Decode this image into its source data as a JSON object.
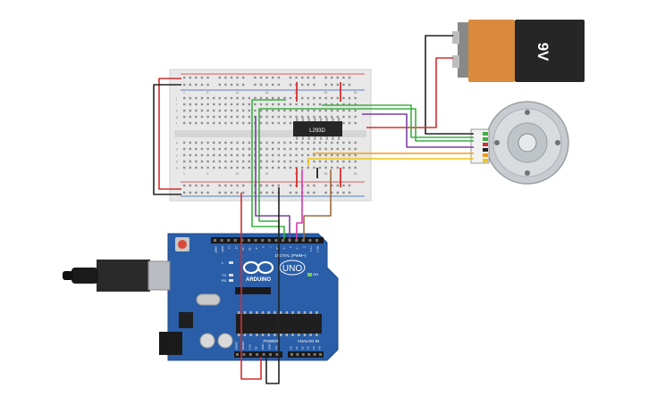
{
  "battery": {
    "label": "9V"
  },
  "ic": {
    "label": "L293D"
  },
  "arduino": {
    "brand": "ARDUINO",
    "model": "UNO",
    "on_label": "ON",
    "digital_label": "DIGITAL (PWM~)",
    "power_label": "POWER",
    "analog_label": "ANALOG IN",
    "tx_label": "TX",
    "rx_label": "RX",
    "l_label": "L",
    "top_pins": [
      "AREF",
      "GND",
      "13",
      "12",
      "~11",
      "~10",
      "~9",
      "8",
      "7",
      "~6",
      "~5",
      "4",
      "~3",
      "2",
      "TX 1",
      "RX 0"
    ],
    "power_pins": [
      "IOREF",
      "RESET",
      "3.3V",
      "5V",
      "GND",
      "GND",
      "Vin"
    ],
    "analog_pins": [
      "A0",
      "A1",
      "A2",
      "A3",
      "A4",
      "A5"
    ]
  },
  "breadboard": {
    "col_numbers": [
      "1",
      "5",
      "10",
      "15",
      "20",
      "25",
      "30"
    ],
    "row_letters_top": [
      "j",
      "i",
      "h",
      "g",
      "f"
    ],
    "row_letters_bottom": [
      "e",
      "d",
      "c",
      "b",
      "a"
    ]
  },
  "colors": {
    "red": "#d32f2f",
    "black": "#222222",
    "green": "#3cb043",
    "purple": "#7b3fa0",
    "orange": "#f39c12",
    "yellow": "#f1c40f",
    "pink": "#d63aa8",
    "brown": "#9c6b3c",
    "board_blue": "#2a5ea8",
    "battery_orange": "#d98a3d"
  }
}
